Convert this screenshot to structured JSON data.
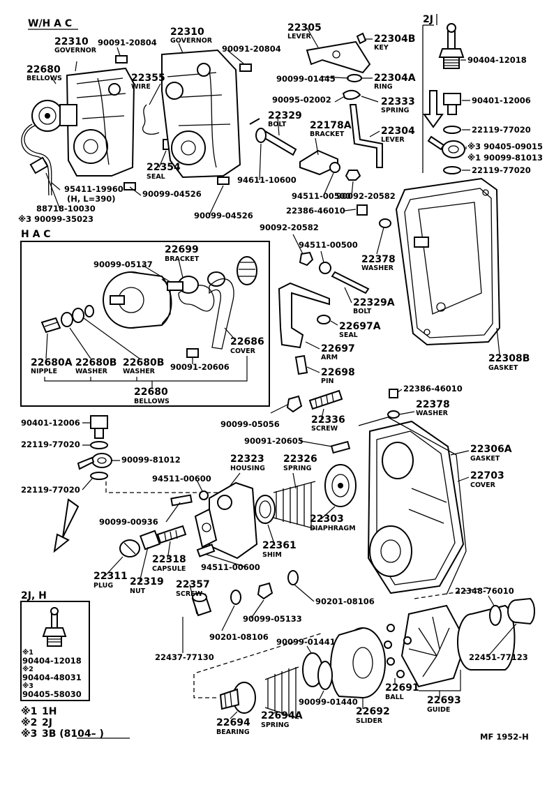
{
  "sections": {
    "whac": "W/H A C",
    "hac": "H A C",
    "twoj": "2J",
    "twojh": "2J, H"
  },
  "parts": {
    "p22310a": "22310",
    "p22310a_n": "GOVERNOR",
    "p90091_20804a": "90091-20804",
    "p22310b": "22310",
    "p22310b_n": "GOVERNOR",
    "p90091_20804b": "90091-20804",
    "p22680a": "22680",
    "p22680a_n": "BELLOWS",
    "p22355": "22355",
    "p22355_n": "WIRE",
    "p22354": "22354",
    "p22354_n": "SEAL",
    "p90099_04526a": "90099-04526",
    "p90099_04526b": "90099-04526",
    "p95411": "95411-19960",
    "p95411_n": "(H, L=390)",
    "p88718": "88718-10030",
    "p90099_35023": "※3 90099-35023",
    "p22305": "22305",
    "p22305_n": "LEVER",
    "p22304b": "22304B",
    "p22304b_n": "KEY",
    "p90099_01445": "90099-01445",
    "p22304a": "22304A",
    "p22304a_n": "RING",
    "p90095_02002": "90095-02002",
    "p22333": "22333",
    "p22333_n": "SPRING",
    "p22329": "22329",
    "p22329_n": "BOLT",
    "p22178a": "22178A",
    "p22178a_n": "BRACKET",
    "p22304": "22304",
    "p22304_n": "LEVER",
    "p94611_10600": "94611-10600",
    "p94511_00500a": "94511-00500",
    "p90092_20582a": "90092-20582",
    "p90404_12018": "90404-12018",
    "p90401_12006a": "90401-12006",
    "p22119_77020a": "22119-77020",
    "p90405_09015": "※3 90405-09015",
    "p90099_81013": "※1 90099-81013",
    "p22119_77020b": "22119-77020",
    "p22386_46010a": "22386-46010",
    "p90092_20582b": "90092-20582",
    "p94511_00500b": "94511-00500",
    "p22378a": "22378",
    "p22378a_n": "WASHER",
    "p22329a": "22329A",
    "p22329a_n": "BOLT",
    "p22697a": "22697A",
    "p22697a_n": "SEAL",
    "p22697": "22697",
    "p22697_n": "ARM",
    "p22698": "22698",
    "p22698_n": "PIN",
    "p22308b": "22308B",
    "p22308b_n": "GASKET",
    "p22699": "22699",
    "p22699_n": "BRACKET",
    "p90099_05137": "90099-05137",
    "p22686": "22686",
    "p22686_n": "COVER",
    "p22680a2": "22680A",
    "p22680a2_n": "NIPPLE",
    "p22680b1": "22680B",
    "p22680b1_n": "WASHER",
    "p22680b2": "22680B",
    "p22680b2_n": "WASHER",
    "p90091_20606": "90091-20606",
    "p22680": "22680",
    "p22680_n": "BELLOWS",
    "p22386_46010b": "22386-46010",
    "p22378b": "22378",
    "p22378b_n": "WASHER",
    "p90401_12006b": "90401-12006",
    "p22119_77020c": "22119-77020",
    "p90099_81012": "90099-81012",
    "p22119_77020d": "22119-77020",
    "p90099_05056": "90099-05056",
    "p22336": "22336",
    "p22336_n": "SCREW",
    "p90091_20605": "90091-20605",
    "p22306a": "22306A",
    "p22306a_n": "GASKET",
    "p22703": "22703",
    "p22703_n": "COVER",
    "p22323": "22323",
    "p22323_n": "HOUSING",
    "p22326": "22326",
    "p22326_n": "SPRING",
    "p94511_00600a": "94511-00600",
    "p90099_00936": "90099-00936",
    "p22303": "22303",
    "p22303_n": "DIAPHRAGM",
    "p22361": "22361",
    "p22361_n": "SHIM",
    "p22318": "22318",
    "p22318_n": "CAPSULE",
    "p94511_00600b": "94511-00600",
    "p22311": "22311",
    "p22311_n": "PLUG",
    "p22319": "22319",
    "p22319_n": "NUT",
    "p22357": "22357",
    "p22357_n": "SCREW",
    "p90201_08106a": "90201-08106",
    "p90099_05133": "90099-05133",
    "p22348": "22348-76010",
    "p90201_08106b": "90201-08106",
    "p90099_01441": "90099-01441",
    "p22437": "22437-77130",
    "p22451": "22451-77123",
    "p22691": "22691",
    "p22691_n": "BALL",
    "p22693": "22693",
    "p22693_n": "GUIDE",
    "p90099_01440": "90099-01440",
    "p22692": "22692",
    "p22692_n": "SLIDER",
    "p22694": "22694",
    "p22694_n": "BEARING",
    "p22694a": "22694A",
    "p22694a_n": "SPRING"
  },
  "inset": {
    "l1": "※1",
    "v1": "90404-12018",
    "l2": "※2",
    "v2": "90404-48031",
    "l3": "※3",
    "v3": "90405-58030"
  },
  "legend": {
    "k1": "※1",
    "t1": "1H",
    "k2": "※2",
    "t2": "2J",
    "k3": "※3",
    "t3": "3B (8104–          )"
  },
  "footer": {
    "code": "MF 1952-H"
  }
}
